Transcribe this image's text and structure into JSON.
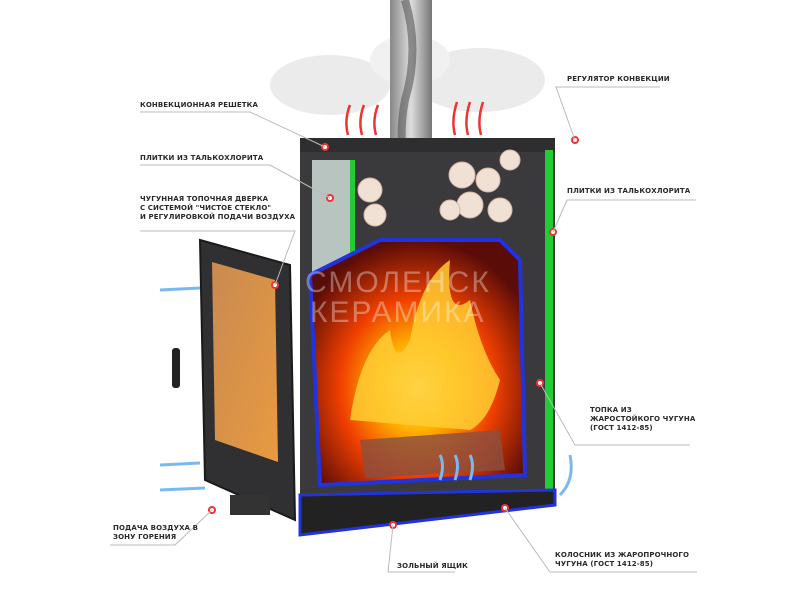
{
  "labels": {
    "convection_grate": "КОНВЕКЦИОННАЯ РЕШЕТКА",
    "talc_tiles_left": "ПЛИТКИ ИЗ ТАЛЬКОХЛОРИТА",
    "door_line1": "ЧУГУННАЯ ТОПОЧНАЯ ДВЕРКА",
    "door_line2": "С СИСТЕМОЙ \"ЧИСТОЕ СТЕКЛО\"",
    "door_line3": "И РЕГУЛИРОВКОЙ ПОДАЧИ ВОЗДУХА",
    "convection_regulator": "РЕГУЛЯТОР КОНВЕКЦИИ",
    "talc_tiles_right": "ПЛИТКИ ИЗ ТАЛЬКОХЛОРИТА",
    "firebox_line1": "ТОПКА ИЗ",
    "firebox_line2": "ЖАРОСТОЙКОГО ЧУГУНА",
    "firebox_line3": "(ГОСТ 1412-85)",
    "air_supply_line1": "ПОДАЧА ВОЗДУХА В",
    "air_supply_line2": "ЗОНУ ГОРЕНИЯ",
    "ash_box": "ЗОЛЬНЫЙ ЯЩИК",
    "grate_line1": "КОЛОСНИК ИЗ ЖАРОПРОЧНОГО",
    "grate_line2": "ЧУГУНА (ГОСТ 1412-85)"
  },
  "watermark": {
    "line1": "СМОЛЕНСК",
    "line2": "КЕРАМИКА"
  },
  "colors": {
    "insulation": "#2233dd",
    "tiles_edge": "#22cc33",
    "fire": "#ff8a00",
    "body": "#3a3a3c"
  }
}
